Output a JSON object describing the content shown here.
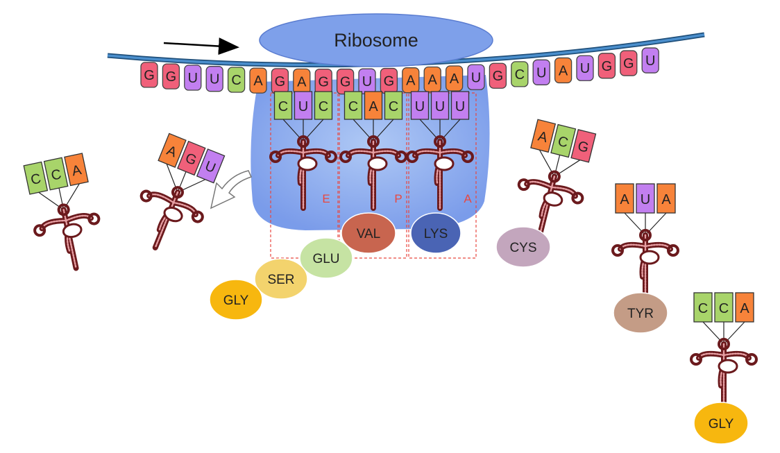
{
  "colors": {
    "G": "#f0607a",
    "U": "#c27ff0",
    "C": "#a8d46a",
    "A": "#f7833a",
    "ribosome": "#6f93e8",
    "ribosome_top": "#7ea0ea",
    "mrna_strand": "#2d6fa8",
    "site_label": "#e8473f",
    "site_box": "#e8473f",
    "trna_body": "#6b1a1d",
    "trna_edge": "#e8a0a4"
  },
  "ribosome": {
    "label": "Ribosome"
  },
  "mrna": {
    "bases": [
      "G",
      "G",
      "U",
      "U",
      "C",
      "A",
      "G",
      "A",
      "G",
      "G",
      "U",
      "G",
      "A",
      "A",
      "A",
      "U",
      "G",
      "C",
      "U",
      "A",
      "U",
      "G",
      "G",
      "U"
    ]
  },
  "sites": [
    {
      "label": "E",
      "anticodon": [
        "C",
        "U",
        "C"
      ],
      "amino_acid": null
    },
    {
      "label": "P",
      "anticodon": [
        "C",
        "A",
        "C"
      ],
      "amino_acid": {
        "label": "VAL",
        "color": "#c8654f"
      }
    },
    {
      "label": "A",
      "anticodon": [
        "U",
        "U",
        "U"
      ],
      "amino_acid": {
        "label": "LYS",
        "color": "#4a64b4"
      }
    }
  ],
  "free_trnas": [
    {
      "anticodon": [
        "C",
        "C",
        "A"
      ],
      "amino_acid": null
    },
    {
      "anticodon": [
        "A",
        "G",
        "U"
      ],
      "amino_acid": null
    },
    {
      "anticodon": [
        "A",
        "C",
        "G"
      ],
      "amino_acid": {
        "label": "CYS",
        "color": "#c3a6bd"
      }
    },
    {
      "anticodon": [
        "A",
        "U",
        "A"
      ],
      "amino_acid": {
        "label": "TYR",
        "color": "#c49c86"
      }
    },
    {
      "anticodon": [
        "C",
        "C",
        "A"
      ],
      "amino_acid": {
        "label": "GLY",
        "color": "#f7b70f"
      }
    }
  ],
  "chain": [
    {
      "label": "GLU",
      "color": "#c6e3a3"
    },
    {
      "label": "SER",
      "color": "#f3d36d"
    },
    {
      "label": "GLY",
      "color": "#f7b70f"
    }
  ]
}
